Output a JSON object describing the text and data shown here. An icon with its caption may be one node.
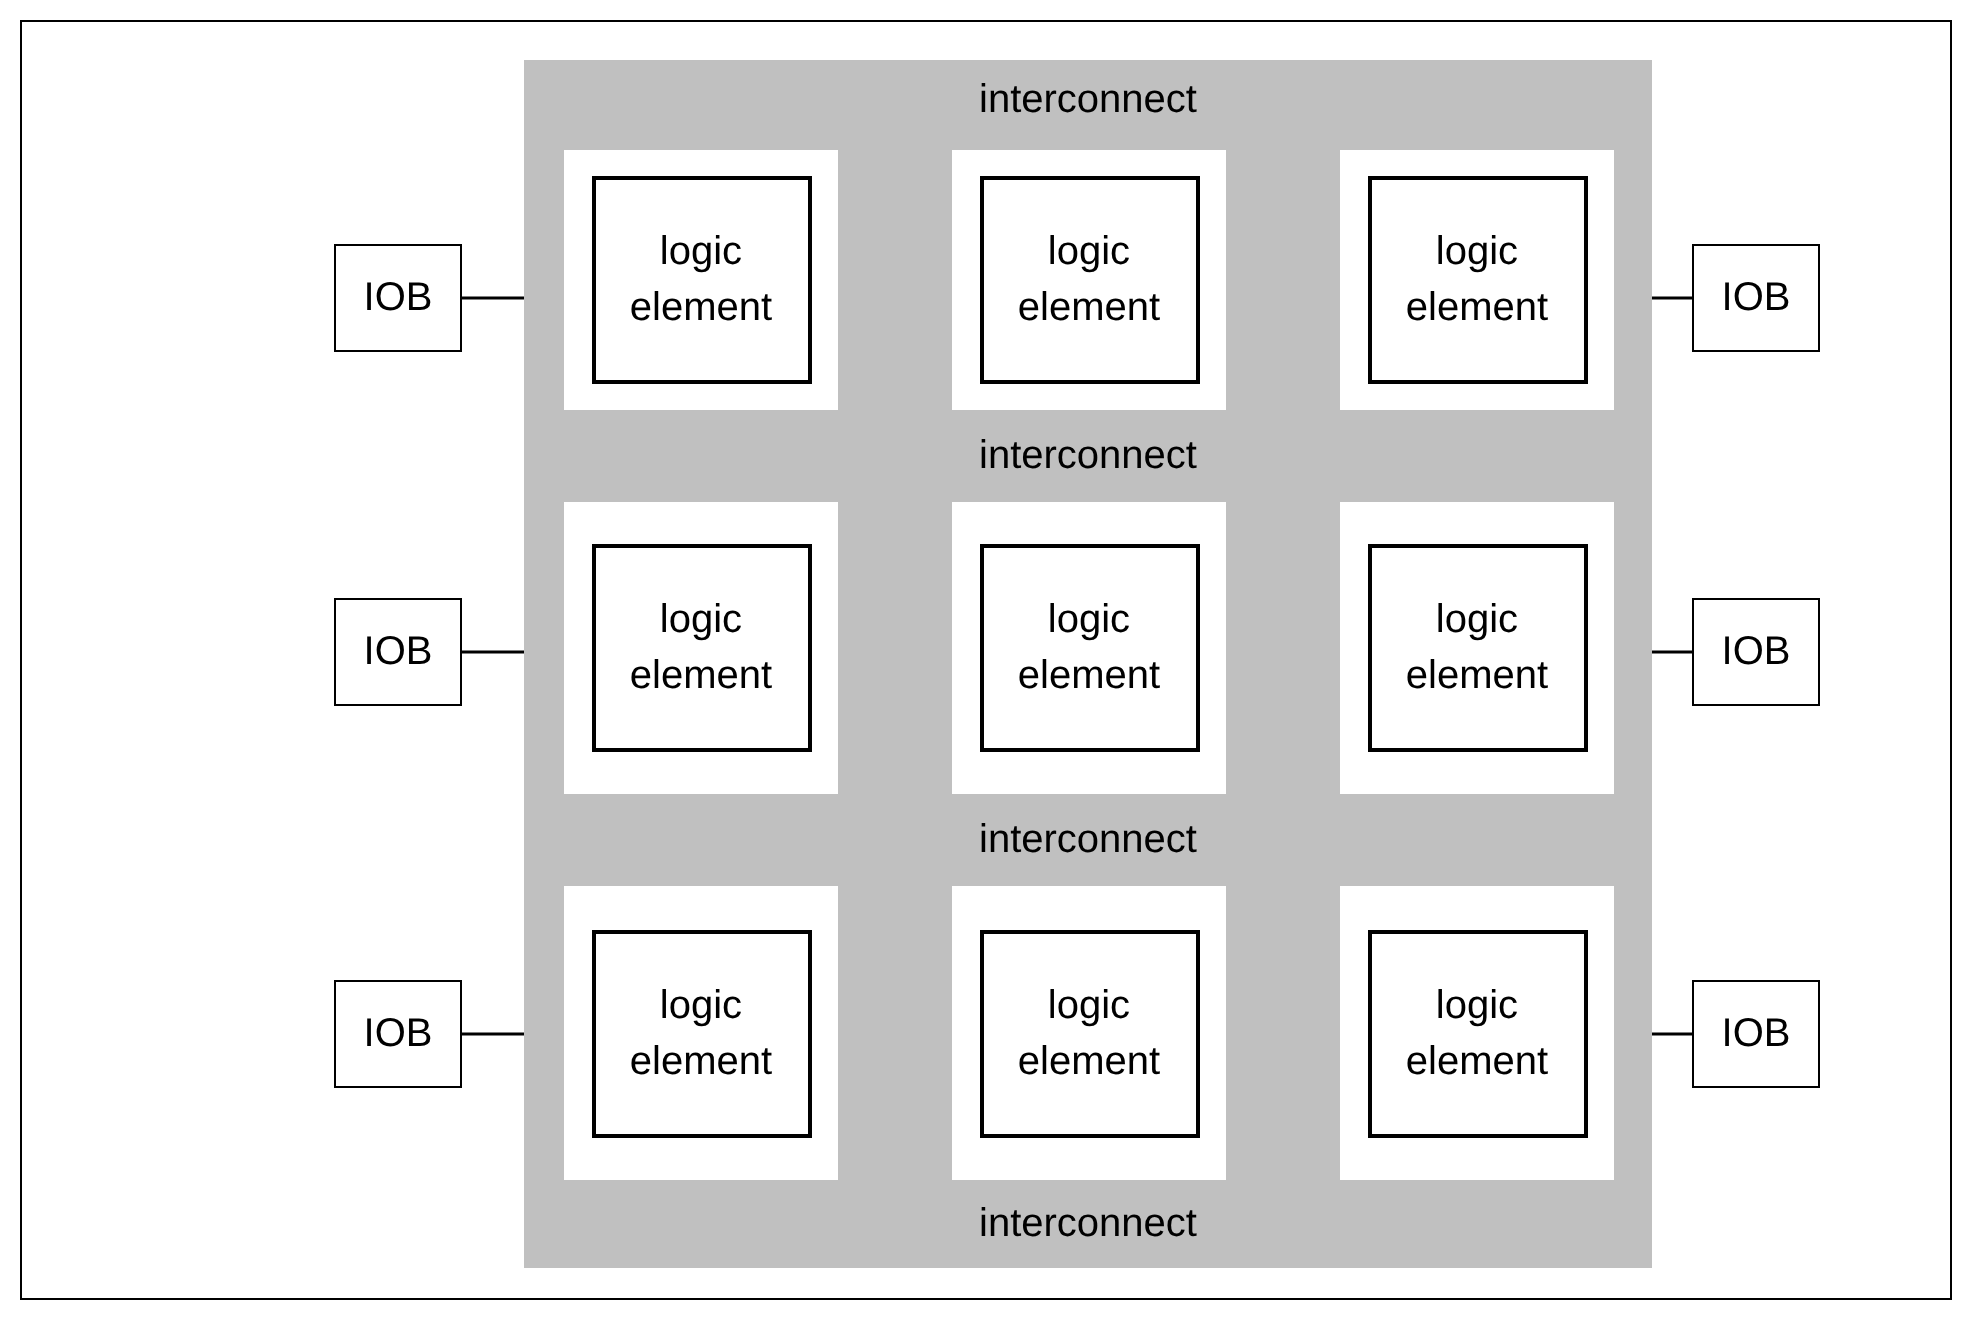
{
  "diagram": {
    "nodes": [
      {
        "text": [
          "interconnect",
          "interconnect",
          "interconnect",
          "interconnect"
        ]
      },
      {
        "text": [
          "logic element"
        ],
        "in": 0
      },
      {
        "text": [
          "logic element"
        ],
        "in": 0
      },
      {
        "text": [
          "logic element"
        ],
        "in": 0
      },
      {
        "text": [
          "logic element"
        ],
        "in": 0
      },
      {
        "text": [
          "logic element"
        ],
        "in": 0
      },
      {
        "text": [
          "logic element"
        ],
        "in": 0
      },
      {
        "text": [
          "logic element"
        ],
        "in": 0
      },
      {
        "text": [
          "logic element"
        ],
        "in": 0
      },
      {
        "text": [
          "logic element"
        ],
        "in": 0
      },
      {
        "text": [
          "IOB"
        ]
      },
      {
        "text": [
          "IOB"
        ]
      },
      {
        "text": [
          "IOB"
        ]
      },
      {
        "text": [
          "IOB"
        ]
      },
      {
        "text": [
          "IOB"
        ]
      },
      {
        "text": [
          "IOB"
        ]
      }
    ],
    "edges": [
      {
        "from": 10,
        "to": 0,
        "arrow": "none"
      },
      {
        "from": 11,
        "to": 0,
        "arrow": "none"
      },
      {
        "from": 12,
        "to": 0,
        "arrow": "none"
      },
      {
        "from": 13,
        "to": 0,
        "arrow": "none"
      },
      {
        "from": 14,
        "to": 0,
        "arrow": "none"
      },
      {
        "from": 15,
        "to": 0,
        "arrow": "none"
      }
    ]
  }
}
